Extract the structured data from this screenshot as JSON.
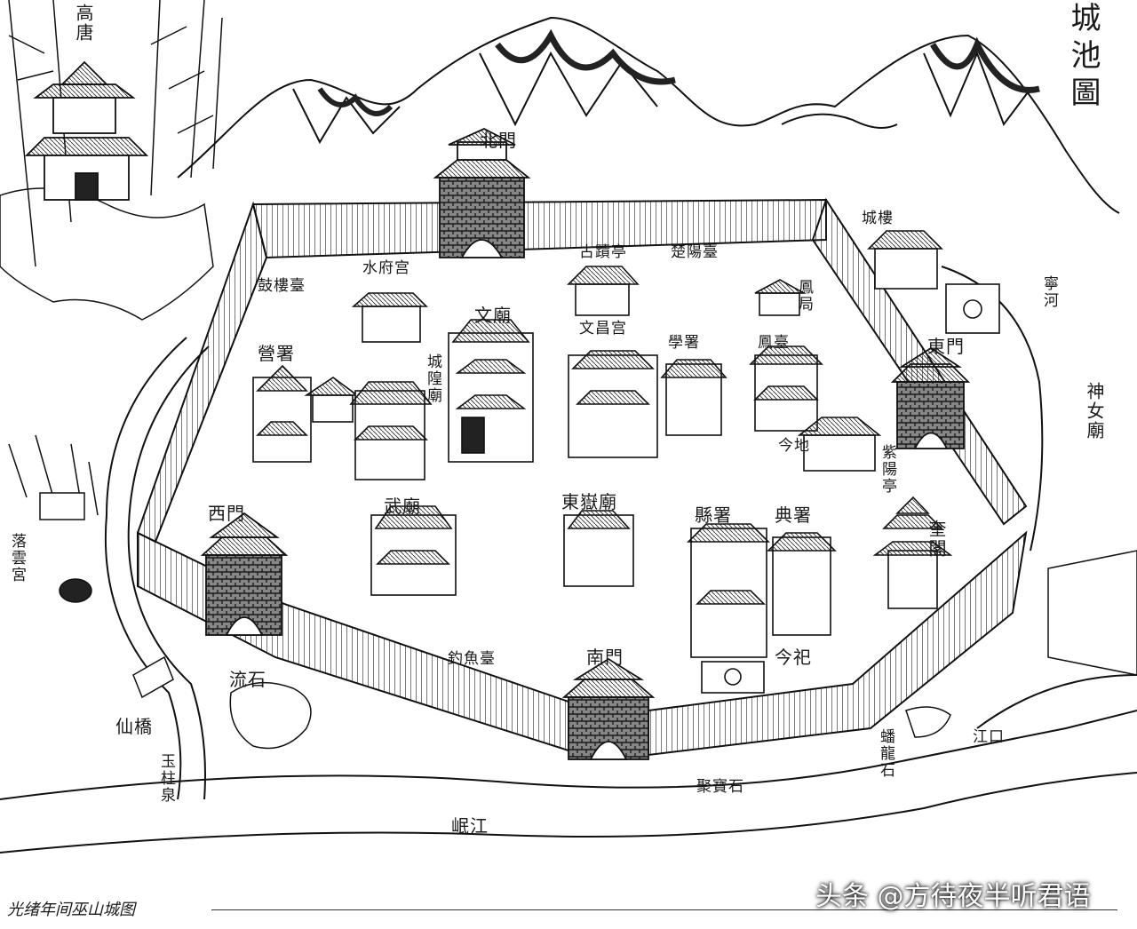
{
  "title": "城池圖",
  "labels": {
    "gaotang": "高唐",
    "north_gate": "北門",
    "east_gate": "東門",
    "west_gate": "西門",
    "south_gate": "南門",
    "gulou": "鼓樓臺",
    "shuifu_gong": "水府宫",
    "wen_miao": "文廟",
    "chenghuang_miao": "城隍廟",
    "ying_shu": "營署",
    "gu_ji": "古蹟亭",
    "chu_tai": "楚陽臺",
    "wenchang_gong": "文昌宫",
    "xue_shu": "學署",
    "fengdu_ju": "鳳局",
    "fengtai": "鳳臺",
    "ningdi": "今地",
    "wu_miao": "武廟",
    "dongyue_miao": "東嶽廟",
    "xian_shu": "縣署",
    "dian_shu": "典署",
    "kui_ge": "奎閣",
    "jinsi": "今祀",
    "diao_tai": "釣魚臺",
    "liu_shi": "流石",
    "xian_qiao": "仙橋",
    "luoyun_gong": "落雲宮",
    "yuzhu_quan": "玉柱泉",
    "ju_bao_shi": "聚寶石",
    "min_jiang": "岷江",
    "ning_he": "寧河",
    "shennu_miao": "神女廟",
    "jiang_kou": "江口",
    "panlong_shi": "蟠龍石",
    "jiu_ting": "紫陽亭",
    "cheng_yue_lou": "城樓"
  },
  "caption": "光绪年间巫山城图",
  "watermark": "头条 @方待夜半听君语",
  "icons": [
    "mountain-icon",
    "pagoda-icon",
    "city-wall-icon",
    "gate-tower-icon",
    "river-icon",
    "tree-icon"
  ],
  "colors": {
    "ink": "#1a1a1a",
    "paper": "#ffffff"
  }
}
